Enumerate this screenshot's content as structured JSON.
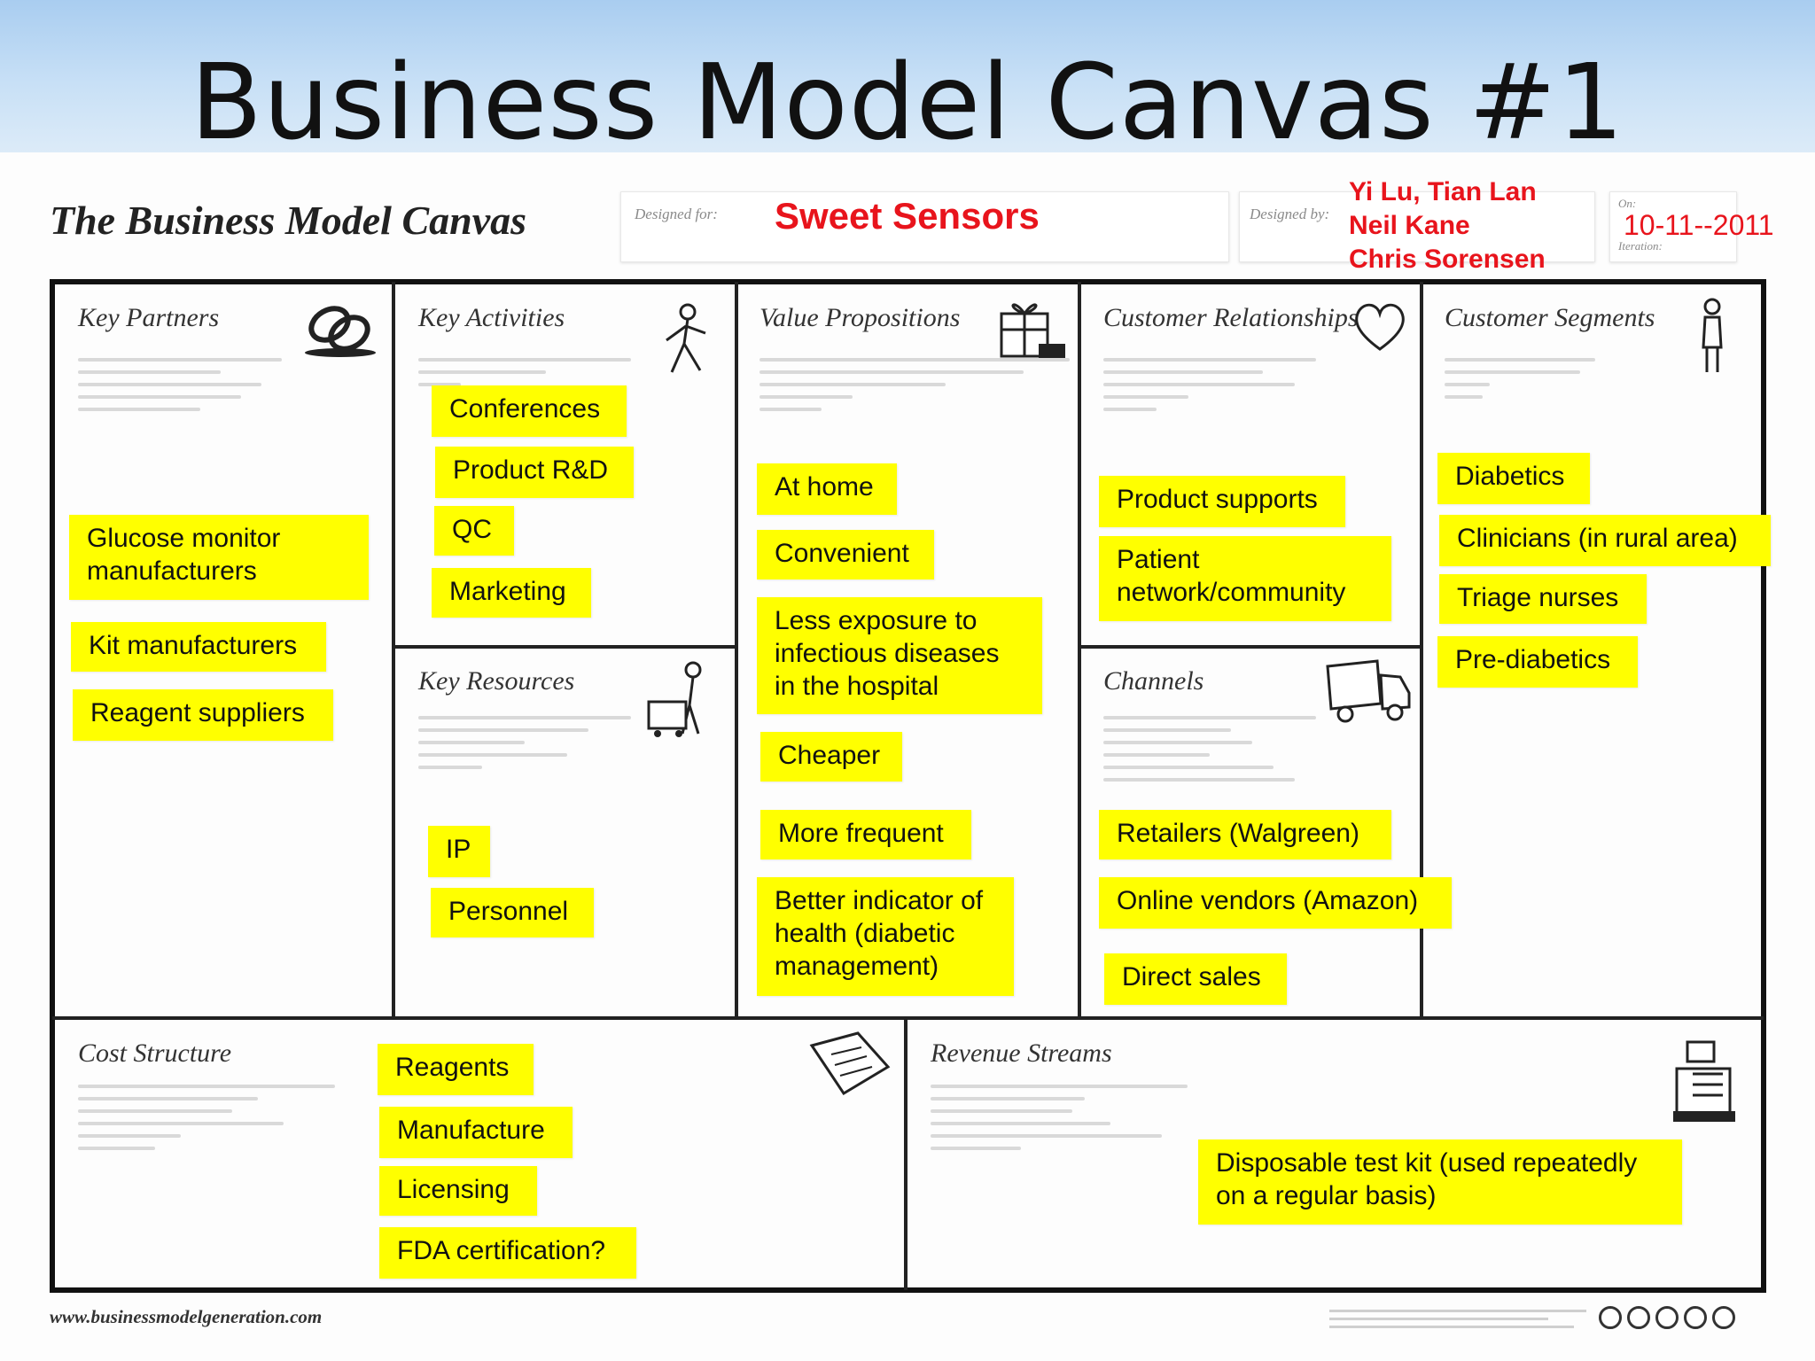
{
  "slide": {
    "title": "Business Model Canvas #1"
  },
  "canvas": {
    "heading": "The Business Model Canvas",
    "designed_for_label": "Designed for:",
    "designed_for": "Sweet Sensors",
    "designed_by_label": "Designed by:",
    "designed_by": [
      "Yi Lu, Tian Lan",
      "Neil Kane",
      "Chris Sorensen"
    ],
    "on_label": "On:",
    "date": "10-11--2011",
    "iteration_label": "Iteration:",
    "footer_url": "www.businessmodelgeneration.com"
  },
  "sections": {
    "key_partners": {
      "title": "Key Partners",
      "notes": [
        "Glucose monitor\n        manufacturers",
        "Kit manufacturers",
        "Reagent suppliers"
      ]
    },
    "key_activities": {
      "title": "Key Activities",
      "notes": [
        "Conferences",
        "Product R&D",
        "QC",
        "Marketing"
      ]
    },
    "key_resources": {
      "title": "Key Resources",
      "notes": [
        "IP",
        "Personnel"
      ]
    },
    "value_propositions": {
      "title": "Value Propositions",
      "notes": [
        "At home",
        "Convenient",
        "Less exposure to\ninfectious diseases\nin the hospital",
        "Cheaper",
        "More frequent",
        "Better indicator of\nhealth (diabetic\nmanagement)"
      ]
    },
    "customer_relationships": {
      "title": "Customer Relationships",
      "notes": [
        "Product supports",
        "Patient\nnetwork/community"
      ]
    },
    "channels": {
      "title": "Channels",
      "notes": [
        "Retailers (Walgreen)",
        "Online vendors (Amazon)",
        "Direct sales"
      ]
    },
    "customer_segments": {
      "title": "Customer Segments",
      "notes": [
        "Diabetics",
        "Clinicians (in rural area)",
        "Triage nurses",
        "Pre-diabetics"
      ]
    },
    "cost_structure": {
      "title": "Cost Structure",
      "notes": [
        "Reagents",
        "Manufacture",
        "Licensing",
        "FDA certification?"
      ]
    },
    "revenue_streams": {
      "title": "Revenue Streams",
      "notes": [
        "Disposable test kit (used repeatedly\non a regular basis)"
      ]
    }
  }
}
